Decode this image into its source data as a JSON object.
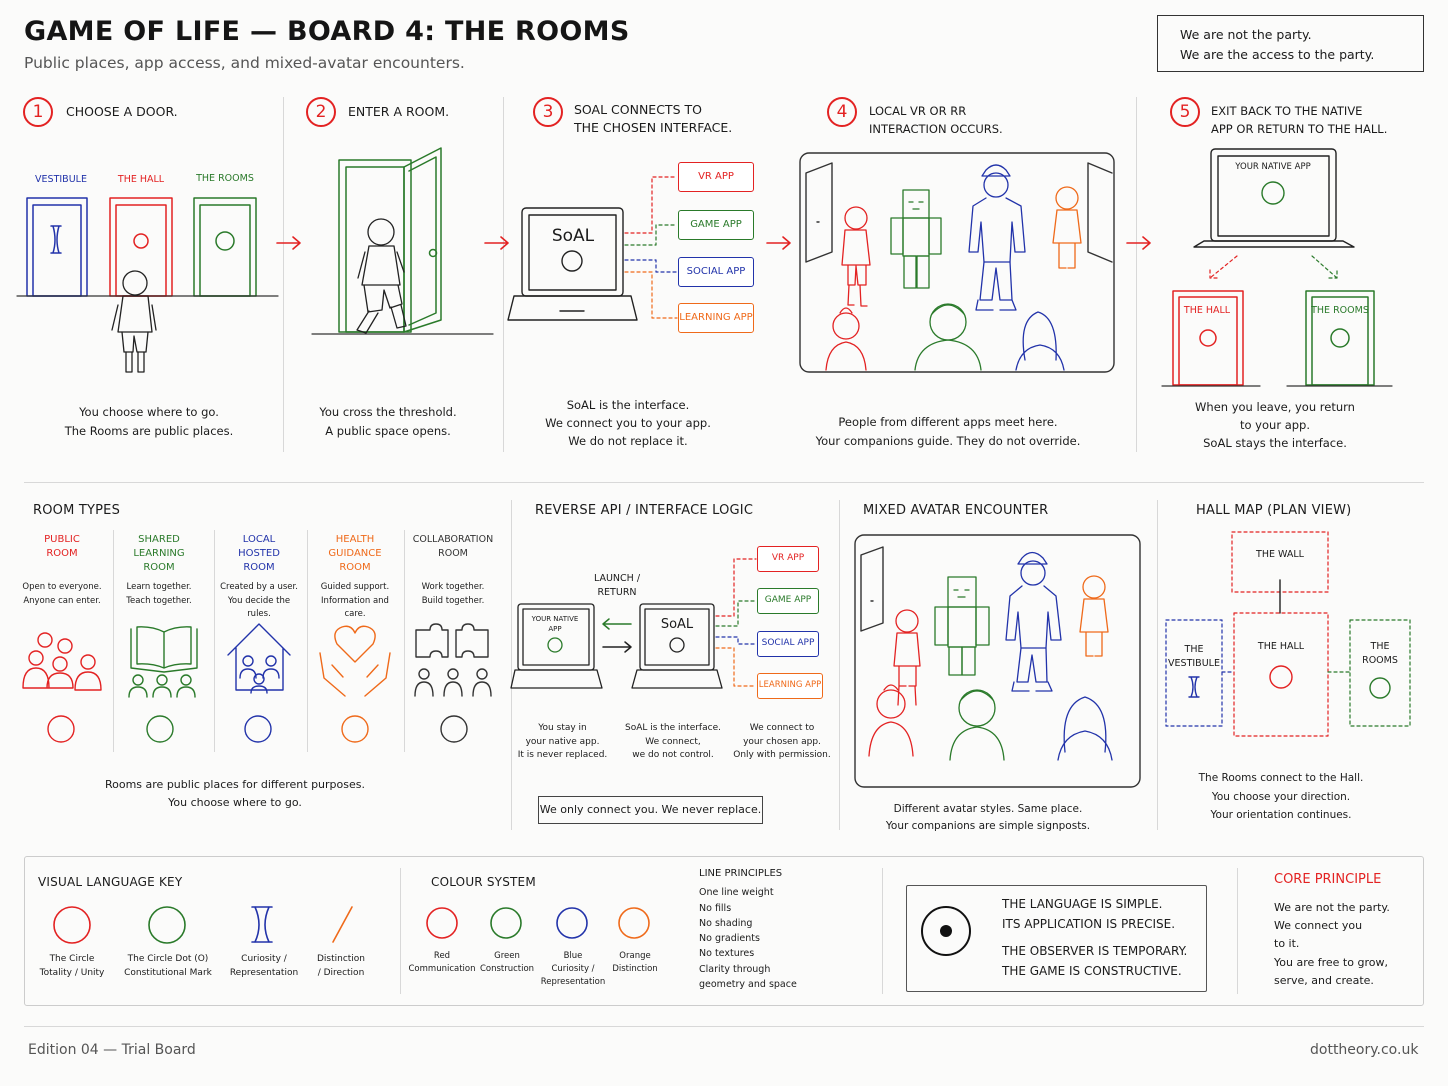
{
  "header": {
    "title": "GAME OF LIFE — BOARD 4: THE ROOMS",
    "subtitle": "Public places, app access, and mixed-avatar encounters.",
    "motto_line1": "We are not the party.",
    "motto_line2": "We are the access to the party."
  },
  "steps": [
    {
      "num": "1",
      "head1": "CHOOSE A DOOR.",
      "head2": "",
      "cap1": "You choose where to go.",
      "cap2": "The Rooms are public places.",
      "cap3": ""
    },
    {
      "num": "2",
      "head1": "ENTER A ROOM.",
      "head2": "",
      "cap1": "You cross the threshold.",
      "cap2": "A public space opens.",
      "cap3": ""
    },
    {
      "num": "3",
      "head1": "SoAL CONNECTS TO",
      "head2": "THE CHOSEN INTERFACE.",
      "cap1": "SoAL is the interface.",
      "cap2": "We connect you to your app.",
      "cap3": "We do not replace it."
    },
    {
      "num": "4",
      "head1": "LOCAL VR OR RR",
      "head2": "INTERACTION OCCURS.",
      "cap1": "People from different apps meet here.",
      "cap2": "Your companions guide. They do not override.",
      "cap3": ""
    },
    {
      "num": "5",
      "head1": "EXIT BACK TO THE NATIVE",
      "head2": "APP OR RETURN TO THE HALL.",
      "cap1": "When you leave, you return",
      "cap2": "to your app.",
      "cap3": "SoAL stays the interface."
    }
  ],
  "doors": {
    "vestibule": "VESTIBULE",
    "hall": "THE HALL",
    "rooms": "THE ROOMS"
  },
  "apps": {
    "vr": "VR APP",
    "game": "GAME APP",
    "social": "SOCIAL APP",
    "learning": "LEARNING APP",
    "soal": "SoAL",
    "native": "YOUR NATIVE APP",
    "native_small": "YOUR NATIVE APP"
  },
  "exit_doors": {
    "hall": "THE HALL",
    "rooms": "THE ROOMS"
  },
  "room_types": {
    "heading": "ROOM TYPES",
    "items": [
      {
        "t1": "PUBLIC",
        "t2": "ROOM",
        "t3": "",
        "d1": "Open to everyone.",
        "d2": "Anyone can enter."
      },
      {
        "t1": "SHARED",
        "t2": "LEARNING",
        "t3": "ROOM",
        "d1": "Learn together.",
        "d2": "Teach together."
      },
      {
        "t1": "LOCAL",
        "t2": "HOSTED",
        "t3": "ROOM",
        "d1": "Created by a user.",
        "d2": "You decide the rules."
      },
      {
        "t1": "HEALTH",
        "t2": "GUIDANCE",
        "t3": "ROOM",
        "d1": "Guided support.",
        "d2": "Information and care."
      },
      {
        "t1": "COLLABORATION",
        "t2": "ROOM",
        "t3": "",
        "d1": "Work together.",
        "d2": "Build together."
      }
    ],
    "cap1": "Rooms are public places for different purposes.",
    "cap2": "You choose where to go."
  },
  "reverse_api": {
    "heading": "REVERSE API / INTERFACE LOGIC",
    "launch1": "LAUNCH /",
    "launch2": "RETURN",
    "native1": "YOUR NATIVE",
    "native2": "APP",
    "col1": [
      "You stay in",
      "your native app.",
      "It is never replaced."
    ],
    "col2": [
      "SoAL is the interface.",
      "We connect,",
      "we do not control."
    ],
    "col3": [
      "We connect to",
      "your chosen app.",
      "Only with permission."
    ],
    "box": "We only connect you. We never replace."
  },
  "mixed": {
    "heading": "MIXED AVATAR ENCOUNTER",
    "cap1": "Different avatar styles. Same place.",
    "cap2": "Your companions are simple signposts."
  },
  "hall_map": {
    "heading": "HALL MAP (PLAN VIEW)",
    "wall": "THE WALL",
    "hall": "THE HALL",
    "vest1": "THE",
    "vest2": "VESTIBULE",
    "rooms1": "THE",
    "rooms2": "ROOMS",
    "cap1": "The Rooms connect to the Hall.",
    "cap2": "You choose your direction.",
    "cap3": "Your orientation continues."
  },
  "key": {
    "heading": "VISUAL LANGUAGE KEY",
    "items": [
      {
        "l1": "The Circle",
        "l2": "Totality / Unity"
      },
      {
        "l1": "The Circle Dot (O)",
        "l2": "Constitutional Mark"
      },
      {
        "l1": "Curiosity /",
        "l2": "Representation"
      },
      {
        "l1": "Distinction",
        "l2": "/ Direction"
      }
    ]
  },
  "colour_system": {
    "heading": "COLOUR SYSTEM",
    "items": [
      {
        "name": "Red",
        "l1": "Communication",
        "l2": "",
        "color": "#e32222"
      },
      {
        "name": "Green",
        "l1": "Construction",
        "l2": "",
        "color": "#2a7a2a"
      },
      {
        "name": "Blue",
        "l1": "Curiosity /",
        "l2": "Representation",
        "color": "#2233aa"
      },
      {
        "name": "Orange",
        "l1": "Distinction",
        "l2": "",
        "color": "#ef6a1a"
      }
    ]
  },
  "line_principles": {
    "heading": "LINE PRINCIPLES",
    "items": [
      "One line weight",
      "No fills",
      "No shading",
      "No gradients",
      "No textures",
      "Clarity through",
      "geometry and space"
    ]
  },
  "statement": {
    "l1": "THE LANGUAGE IS SIMPLE.",
    "l2": "ITS APPLICATION IS PRECISE.",
    "l3": "THE OBSERVER IS TEMPORARY.",
    "l4": "THE GAME IS CONSTRUCTIVE."
  },
  "core": {
    "heading": "CORE PRINCIPLE",
    "lines": [
      "We are not the party.",
      "We connect you",
      "to it.",
      "You are free to grow,",
      "serve, and create."
    ]
  },
  "footer": {
    "edition": "Edition 04 — Trial Board",
    "site": "dottheory.co.uk"
  }
}
